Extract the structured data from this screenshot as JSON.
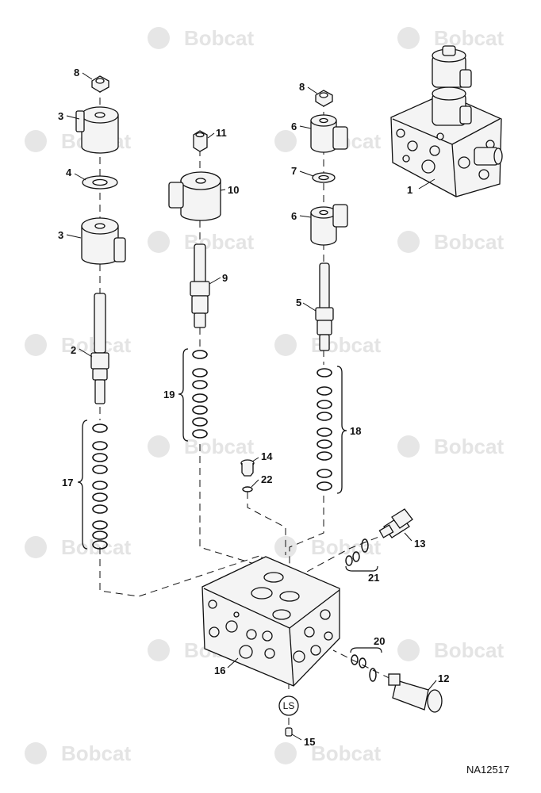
{
  "watermark": {
    "brand": "Bobcat"
  },
  "reference_code": "NA12517",
  "ls_port_label": "LS",
  "callouts": {
    "n1": "1",
    "n2": "2",
    "n3a": "3",
    "n3b": "3",
    "n4": "4",
    "n5": "5",
    "n6a": "6",
    "n6b": "6",
    "n7": "7",
    "n8a": "8",
    "n8b": "8",
    "n9": "9",
    "n10": "10",
    "n11": "11",
    "n12": "12",
    "n13": "13",
    "n14": "14",
    "n15": "15",
    "n16": "16",
    "n17": "17",
    "n18": "18",
    "n19": "19",
    "n20": "20",
    "n21": "21",
    "n22": "22"
  },
  "colors": {
    "line": "#111111",
    "part_fill": "#f4f4f4",
    "watermark": "#e4e4e4"
  }
}
